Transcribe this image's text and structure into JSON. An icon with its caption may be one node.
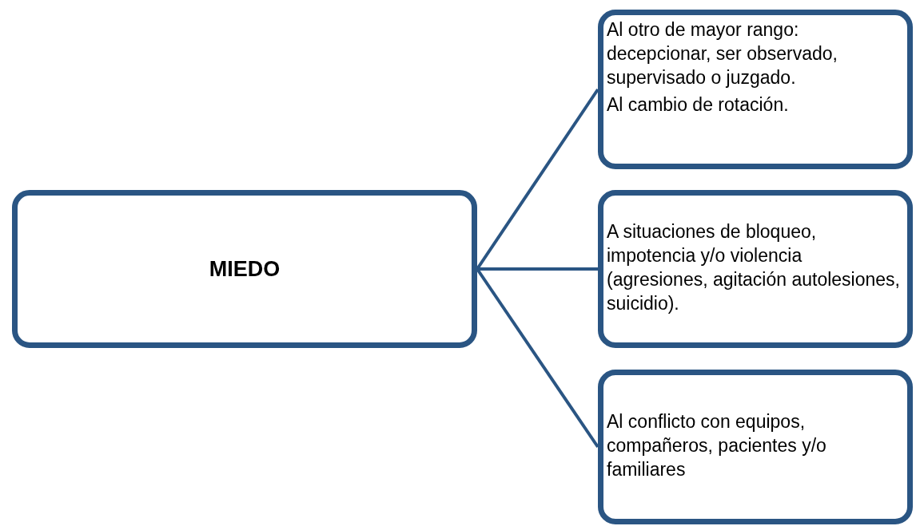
{
  "diagram": {
    "nodes": [
      {
        "text": [
          "MIEDO"
        ]
      },
      {
        "text": [
          "Al otro de mayor rango: decepcionar, ser observado, supervisado o juzgado.",
          "Al cambio de rotación."
        ]
      },
      {
        "text": [
          "A situaciones de bloqueo, impotencia y/o violencia (agresiones, agitación autolesiones, suicidio)."
        ]
      },
      {
        "text": [
          "Al conflicto con equipos, compañeros, pacientes y/o familiares"
        ]
      }
    ],
    "edges": [
      {
        "from": 0,
        "to": 1,
        "arrow": "none"
      },
      {
        "from": 0,
        "to": 2,
        "arrow": "none"
      },
      {
        "from": 0,
        "to": 3,
        "arrow": "none"
      }
    ]
  }
}
